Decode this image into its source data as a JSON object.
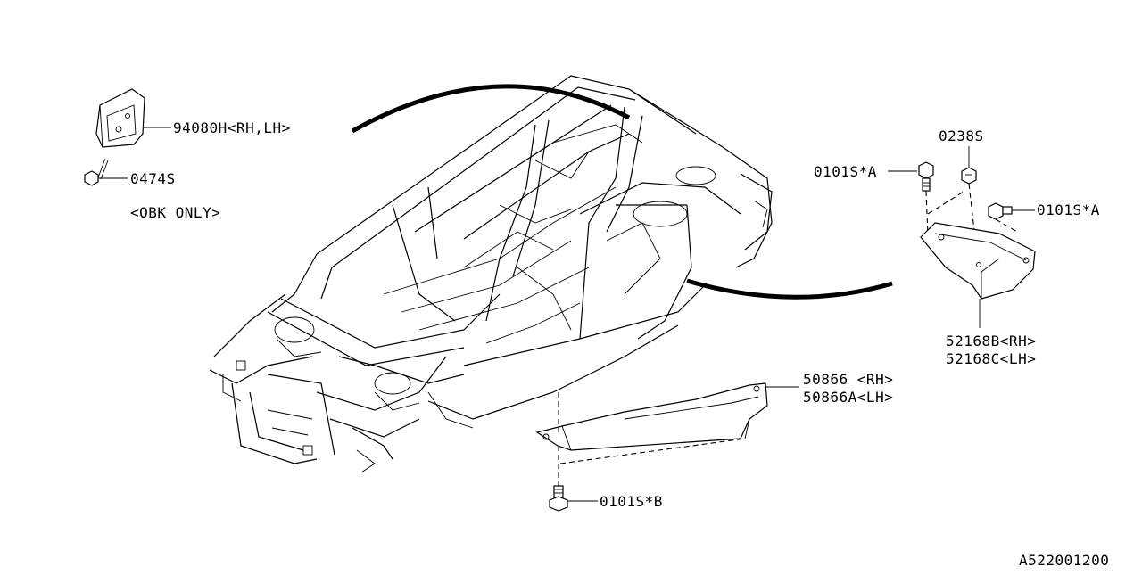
{
  "diagram_id": "A522001200",
  "callouts": {
    "bracket_part": "94080H<RH,LH>",
    "bolt_0474": "0474S",
    "obk_note": "<OBK ONLY>",
    "nut_0238": "0238S",
    "bolt_0101a_left": "0101S*A",
    "bolt_0101a_right": "0101S*A",
    "cover_rh": "52168B<RH>",
    "cover_lh": "52168C<LH>",
    "undercover_rh": "50866 <RH>",
    "undercover_lh": "50866A<LH>",
    "bolt_0101b": "0101S*B"
  }
}
